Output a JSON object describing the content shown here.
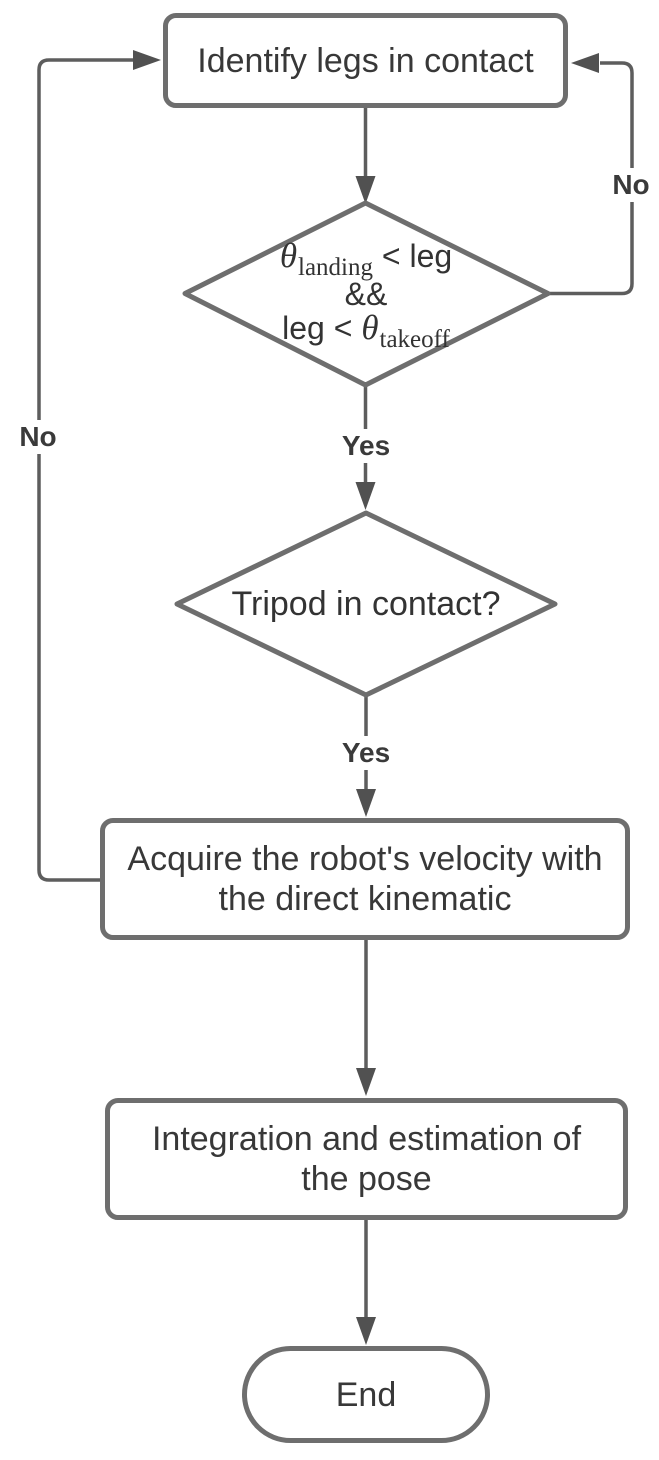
{
  "diagram": {
    "type": "flowchart",
    "colors": {
      "background": "#ffffff",
      "shape_border": "#6e6e6e",
      "connector": "#5d5d5d",
      "arrowhead": "#515151",
      "text": "#383838"
    },
    "nodes": {
      "identify": {
        "type": "process",
        "label": "Identify legs in contact"
      },
      "angle_check": {
        "type": "decision",
        "line1_theta": "θ",
        "line1_sub": "landing",
        "line1_rest": " < leg",
        "line2": "&&",
        "line3_pre": "leg < ",
        "line3_theta": "θ",
        "line3_sub": "takeoff"
      },
      "tripod_check": {
        "type": "decision",
        "label": "Tripod in contact?"
      },
      "acquire": {
        "type": "process",
        "lines": [
          "Acquire the robot's velocity with",
          "the direct kinematic"
        ]
      },
      "integration": {
        "type": "process",
        "lines": [
          "Integration and estimation of",
          "the pose"
        ]
      },
      "end": {
        "type": "terminator",
        "label": "End"
      }
    },
    "edge_labels": {
      "no_right": "No",
      "yes_top": "Yes",
      "yes_bottom": "Yes",
      "no_left": "No"
    }
  }
}
